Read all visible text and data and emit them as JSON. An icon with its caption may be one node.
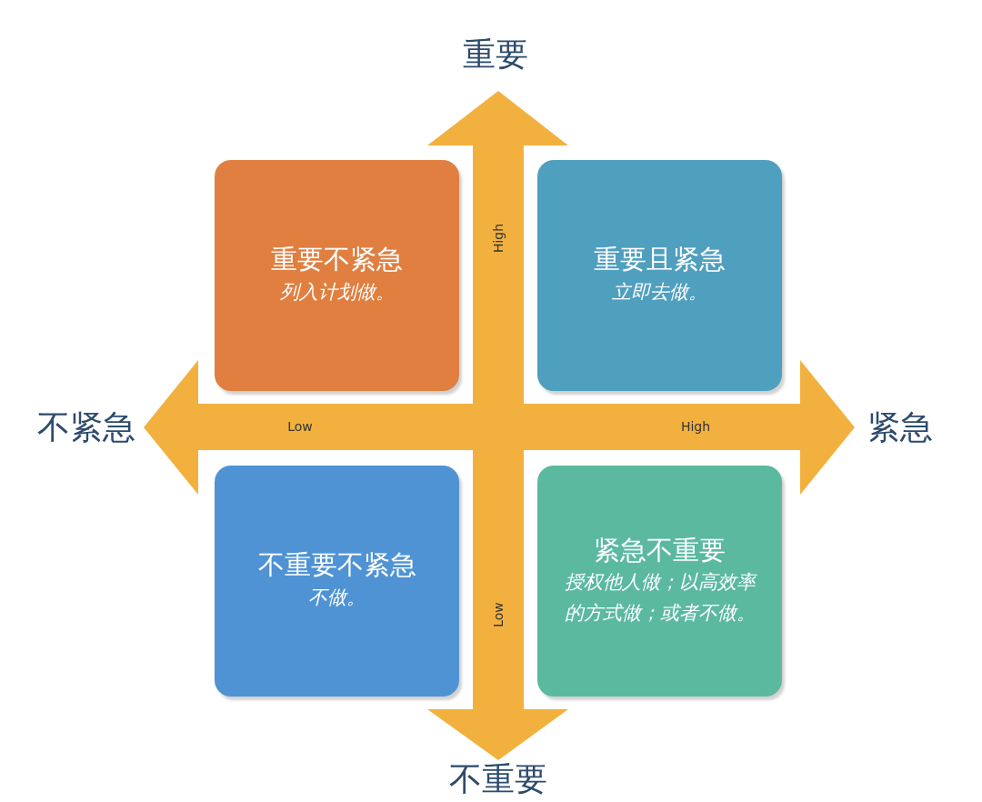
{
  "diagram": {
    "nodes": [
      {
        "text": [
          "重要不紧急",
          "列入计划做。"
        ]
      },
      {
        "text": [
          "重要且紧急",
          "立即去做。"
        ]
      },
      {
        "text": [
          "不重要不紧急",
          "不做。"
        ]
      },
      {
        "text": [
          "紧急不重要",
          "授权他人做；以高效率的方式做；或者不做。"
        ]
      }
    ],
    "labels": [
      "重要",
      "High",
      "不紧急",
      "Low",
      "High",
      "紧急",
      "Low",
      "不重要"
    ]
  }
}
